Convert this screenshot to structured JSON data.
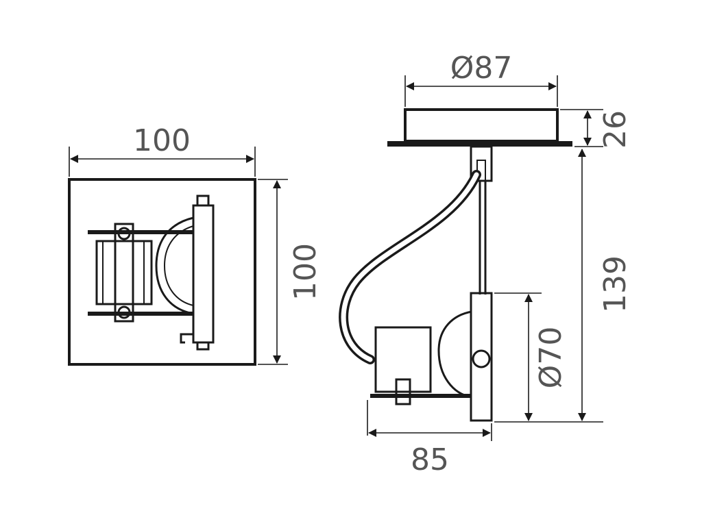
{
  "front_view": {
    "width_label": "100",
    "height_label": "100"
  },
  "side_view": {
    "base_diameter_label": "Ø87",
    "base_height_label": "26",
    "total_height_label": "139",
    "lamp_diameter_label": "Ø70",
    "depth_label": "85"
  },
  "colors": {
    "line": "#1a1a1a",
    "text": "#555555",
    "background": "#ffffff"
  }
}
